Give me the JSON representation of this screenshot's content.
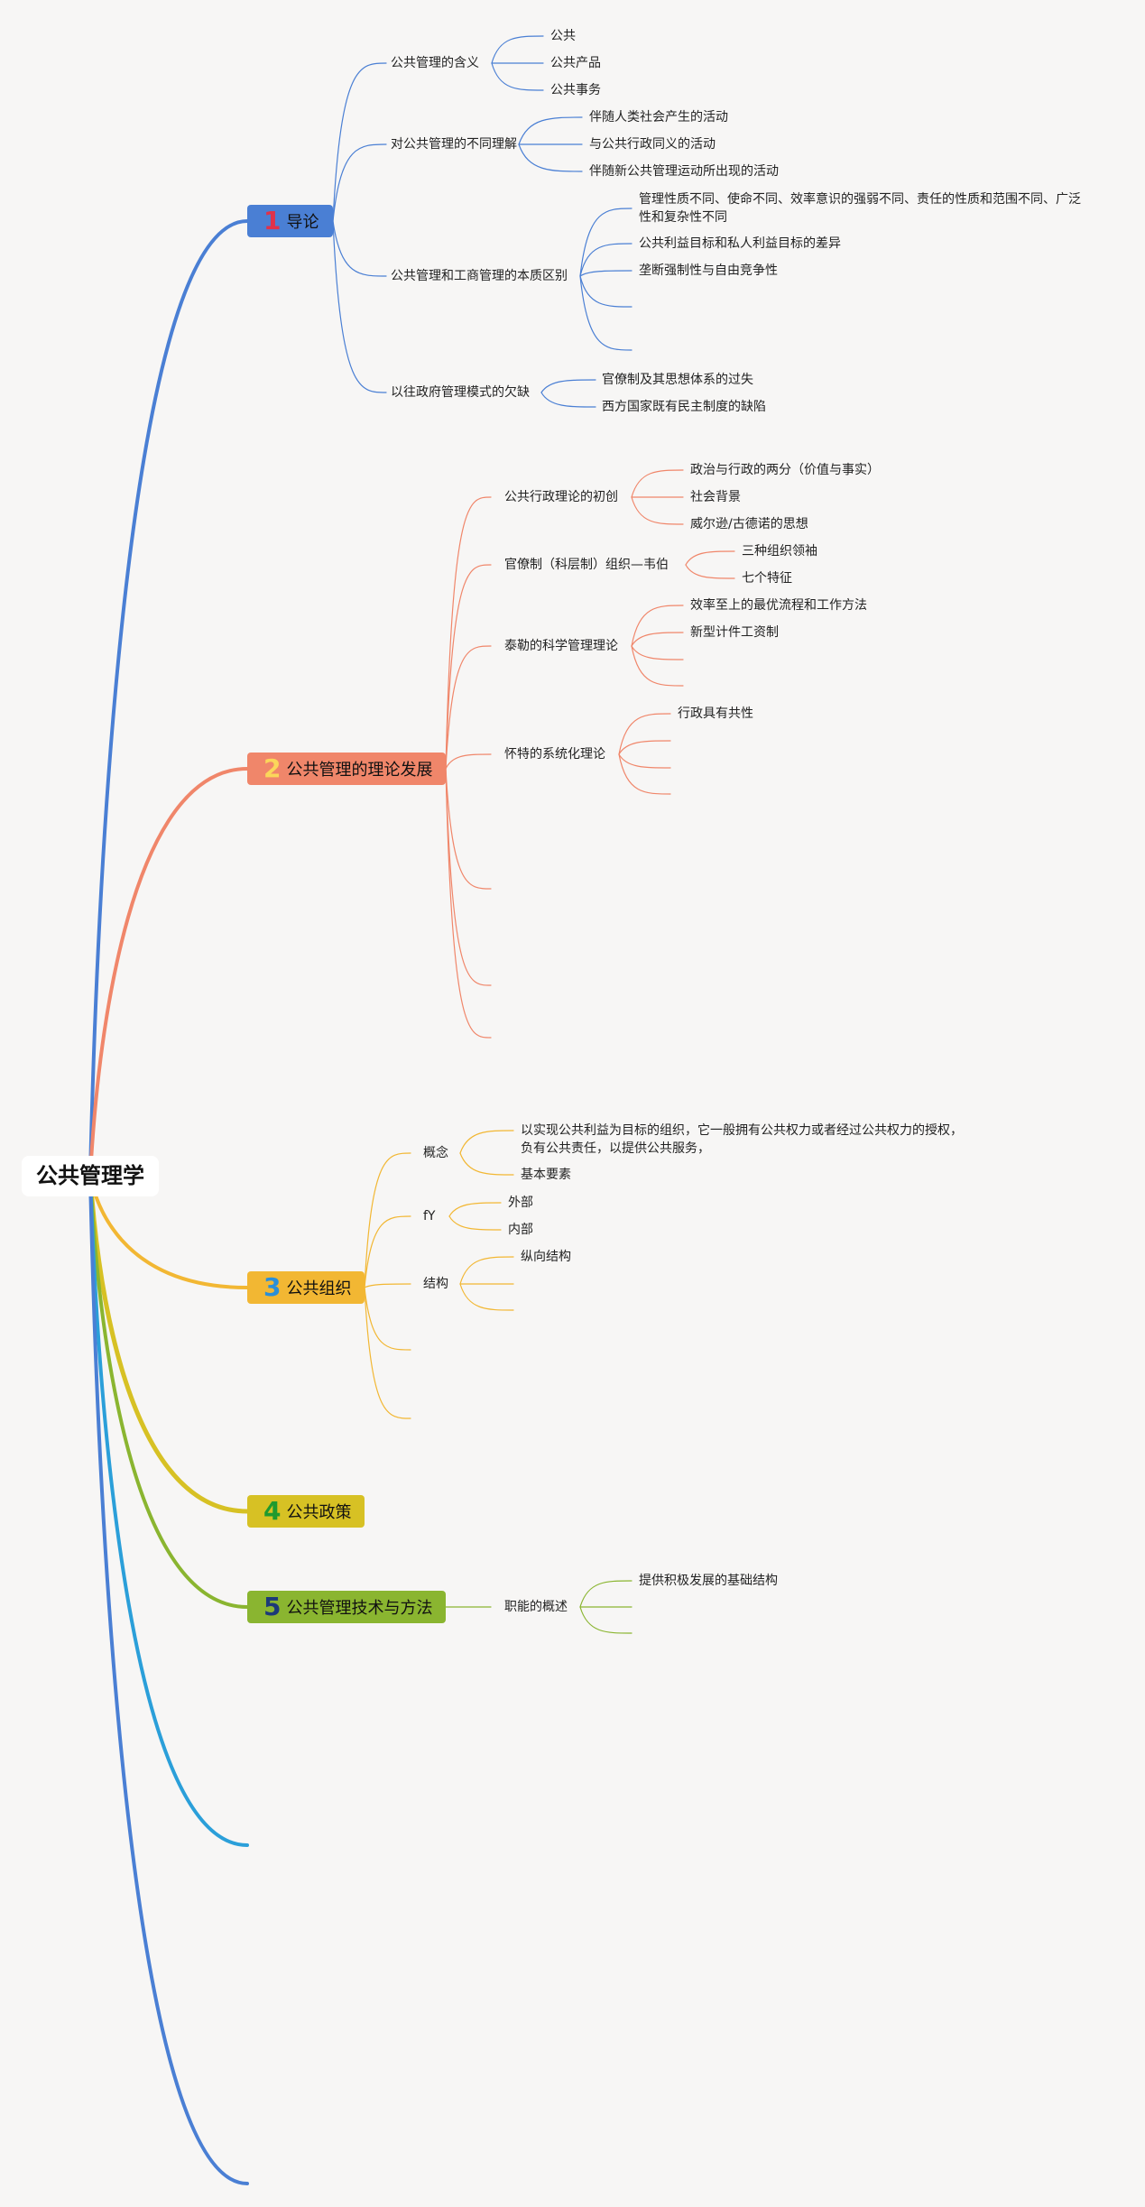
{
  "root": "公共管理学",
  "colors": {
    "t1": "#4a7fd4",
    "t2": "#f0866a",
    "t3": "#f2b733",
    "t4": "#d7c124",
    "t5": "#8ab530",
    "t6": "#2b9fd9",
    "t7": "#4a7fd4"
  },
  "topics": [
    {
      "num": "1",
      "label": "导论",
      "num_color": "#e0324a",
      "bg": "#4a7fd4",
      "children": [
        {
          "label": "公共管理的含义",
          "children": [
            "公共",
            "公共产品",
            "公共事务"
          ]
        },
        {
          "label": "对公共管理的不同理解",
          "children": [
            "伴随人类社会产生的活动",
            "与公共行政同义的活动",
            "伴随新公共管理运动所出现的活动"
          ]
        },
        {
          "label": "公共管理和工商管理的本质区别",
          "children": [
            "管理性质不同、使命不同、效率意识的强弱不同、责任的性质和范围不同、广泛性和复杂性不同",
            "公共利益目标和私人利益目标的差异",
            "垄断强制性与自由竞争性"
          ]
        },
        {
          "label": "以往政府管理模式的欠缺",
          "children": [
            "官僚制及其思想体系的过失",
            "西方国家既有民主制度的缺陷"
          ]
        }
      ]
    },
    {
      "num": "2",
      "label": "公共管理的理论发展",
      "num_color": "#fbd65a",
      "bg": "#f0866a",
      "children": [
        {
          "label": "公共行政理论的初创",
          "children": [
            "政治与行政的两分（价值与事实）",
            "社会背景",
            "威尔逊/古德诺的思想"
          ]
        },
        {
          "label": "官僚制（科层制）组织—韦伯",
          "children": [
            "三种组织领袖",
            "七个特征"
          ]
        },
        {
          "label": "泰勒的科学管理理论",
          "children": [
            "效率至上的最优流程和工作方法",
            "新型计件工资制"
          ]
        },
        {
          "label": "怀特的系统化理论",
          "children": [
            "行政具有共性"
          ]
        }
      ]
    },
    {
      "num": "3",
      "label": "公共组织",
      "num_color": "#2b8fd8",
      "bg": "#f2b733",
      "children": [
        {
          "label": "概念",
          "children": [
            "以实现公共利益为目标的组织，它一般拥有公共权力或者经过公共权力的授权，负有公共责任，以提供公共服务，",
            "基本要素"
          ]
        },
        {
          "label": "fY",
          "children": [
            "外部",
            "内部"
          ]
        },
        {
          "label": "结构",
          "children": [
            "纵向结构"
          ]
        }
      ]
    },
    {
      "num": "4",
      "label": "公共政策",
      "num_color": "#1f9a2e",
      "bg": "#d7c124",
      "children": []
    },
    {
      "num": "5",
      "label": "公共管理技术与方法",
      "num_color": "#1c3a78",
      "bg": "#8ab530",
      "children": [
        {
          "label": "职能的概述",
          "children": [
            "提供积极发展的基础结构"
          ]
        }
      ]
    }
  ]
}
